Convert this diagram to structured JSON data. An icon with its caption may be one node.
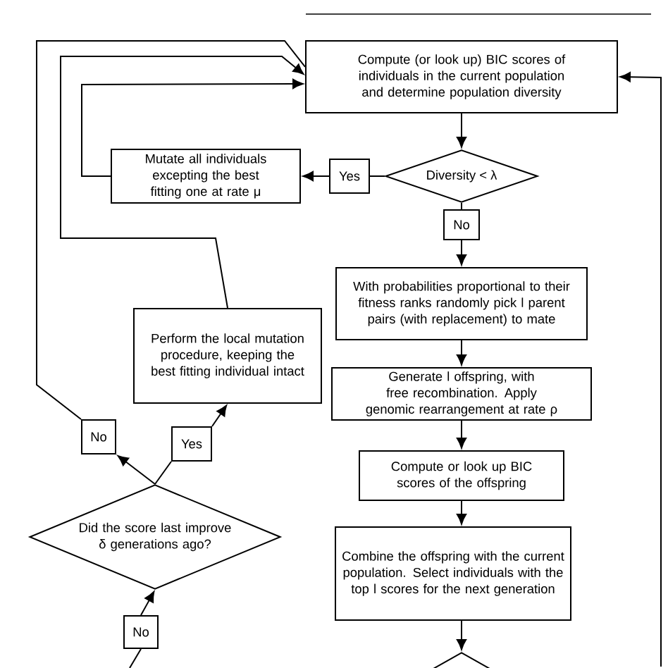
{
  "diagram": {
    "nodes": [
      {
        "text": [
          "Compute (or look up) BIC scores of individuals in the current population and determine population diversity"
        ]
      },
      {
        "text": [
          "Diversity < λ"
        ]
      },
      {
        "text": [
          "Yes"
        ]
      },
      {
        "text": [
          "Mutate all individuals excepting the best fitting one at rate μ"
        ]
      },
      {
        "text": [
          "No"
        ]
      },
      {
        "text": [
          "With probabilities proportional to their fitness ranks randomly pick l parent pairs (with replacement) to mate"
        ]
      },
      {
        "text": [
          "Generate l offspring, with free recombination. Apply genomic rearrangement at rate ρ"
        ]
      },
      {
        "text": [
          "Compute or look up BIC scores of the offspring"
        ]
      },
      {
        "text": [
          "Combine the offspring with the current population. Select individuals with the top l scores for the next generation"
        ]
      },
      {
        "text": [
          "Perform the local mutation procedure, keeping the best fitting individual intact"
        ]
      },
      {
        "text": [
          "No"
        ]
      },
      {
        "text": [
          "Yes"
        ]
      },
      {
        "text": [
          "Did the score last improve δ generations ago?"
        ]
      },
      {
        "text": [
          "No"
        ]
      },
      {
        "text": [],
        "shape": "diamond"
      }
    ],
    "edges": [
      {
        "from": 0,
        "to": 1,
        "arrow": "to"
      },
      {
        "from": 1,
        "to": 2,
        "arrow": "none"
      },
      {
        "from": 2,
        "to": 3,
        "arrow": "to"
      },
      {
        "from": 1,
        "to": 4,
        "arrow": "none"
      },
      {
        "from": 4,
        "to": 5,
        "arrow": "to"
      },
      {
        "from": 5,
        "to": 6,
        "arrow": "to"
      },
      {
        "from": 6,
        "to": 7,
        "arrow": "to"
      },
      {
        "from": 7,
        "to": 8,
        "arrow": "to"
      },
      {
        "from": 8,
        "to": 14,
        "arrow": "to"
      },
      {
        "from": 3,
        "to": 0,
        "arrow": "to"
      },
      {
        "from": 9,
        "to": 0,
        "arrow": "to"
      },
      {
        "from": 10,
        "to": 0,
        "arrow": "none"
      },
      {
        "from": 12,
        "to": 10,
        "arrow": "to"
      },
      {
        "from": 12,
        "to": 11,
        "arrow": "none"
      },
      {
        "from": 11,
        "to": 9,
        "arrow": "to"
      },
      {
        "from": 13,
        "to": 12,
        "arrow": "to"
      },
      {
        "from": null,
        "to": 13,
        "arrow": "none"
      },
      {
        "from": null,
        "to": 0,
        "arrow": "to"
      }
    ]
  }
}
